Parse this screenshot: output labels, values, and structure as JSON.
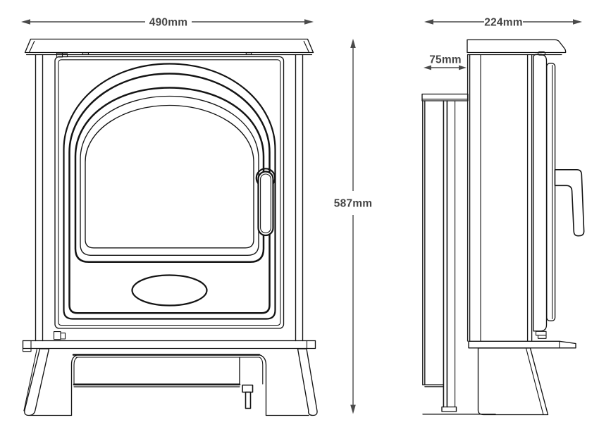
{
  "colors": {
    "background": "#ffffff",
    "drawing_line": "#141414",
    "dimension_line": "#4a4a4a",
    "dimension_text": "#454545"
  },
  "dimensions": {
    "front_width": {
      "label": "490mm"
    },
    "front_height": {
      "label": "587mm"
    },
    "side_depth": {
      "label": "224mm"
    },
    "side_rear_offset": {
      "label": "75mm"
    }
  }
}
